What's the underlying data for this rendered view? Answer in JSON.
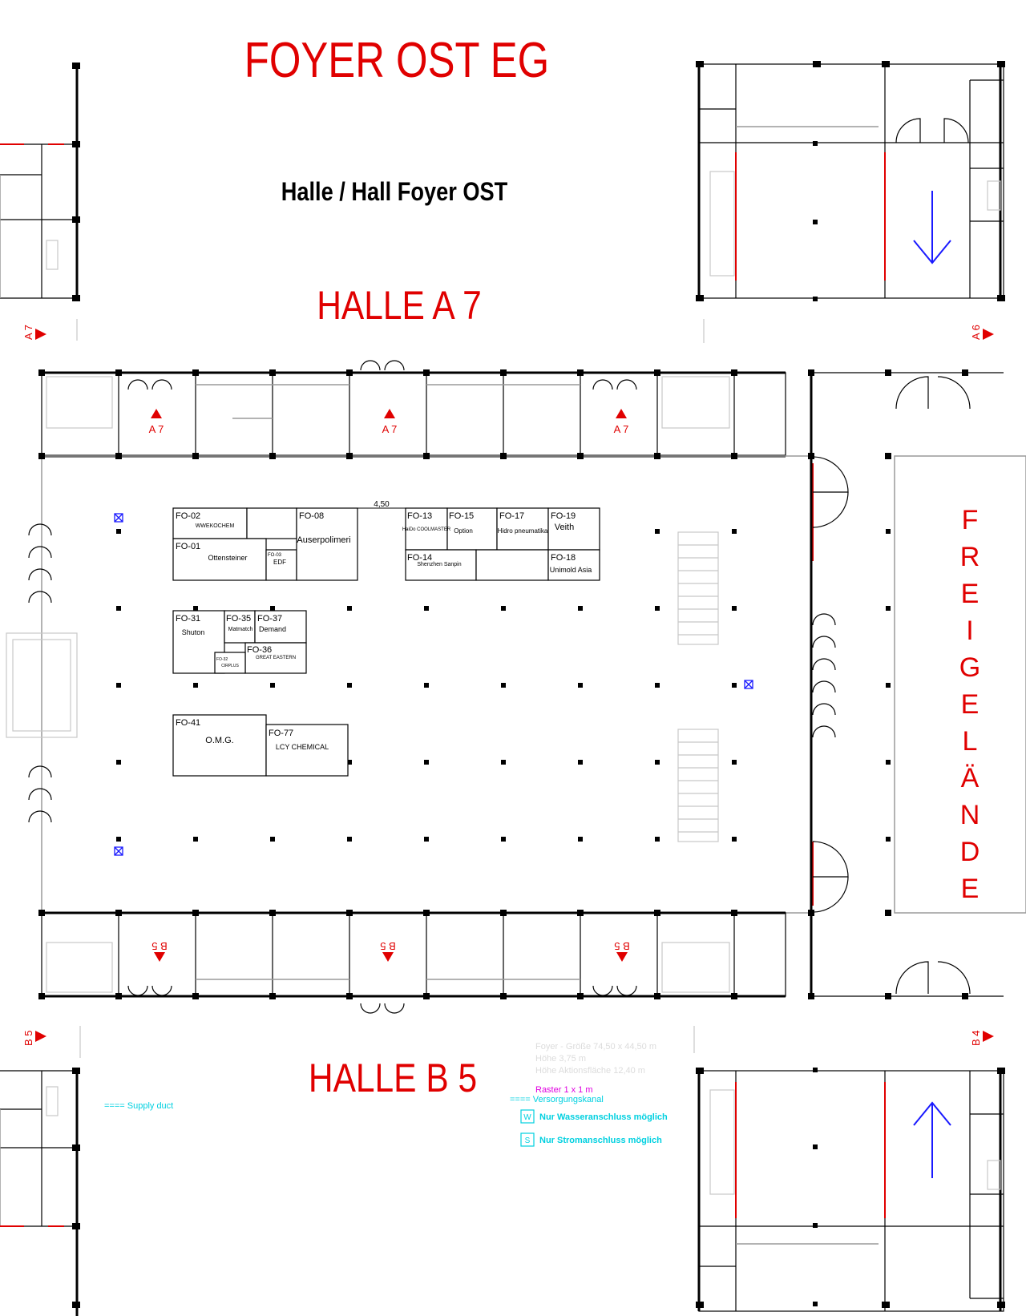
{
  "titles": {
    "main": "FOYER OST EG",
    "hall": "Halle / Hall Foyer OST",
    "halle_a7": "HALLE A 7",
    "halle_b5": "HALLE B 5",
    "freigelaende": [
      "F",
      "R",
      "E",
      "I",
      "G",
      "E",
      "L",
      "Ä",
      "N",
      "D",
      "E"
    ]
  },
  "markers": {
    "a7": "A 7",
    "a6": "A 6",
    "b5": "B 5",
    "b4": "B 4"
  },
  "dimension": "4,50",
  "booths": [
    {
      "id": "FO-02",
      "name": "WWEKOCHEM"
    },
    {
      "id": "FO-01",
      "name": "Ottensteiner"
    },
    {
      "id": "FO-03",
      "name": "EDF"
    },
    {
      "id": "FO-08",
      "name": "Auserpolimeri"
    },
    {
      "id": "FO-13",
      "name": "HaiDo COOLMASTER"
    },
    {
      "id": "FO-15",
      "name": "Option"
    },
    {
      "id": "FO-17",
      "name": "Hidro pneumatika"
    },
    {
      "id": "FO-19",
      "name": "Veith"
    },
    {
      "id": "FO-14",
      "name": "Shenzhen Sanpin"
    },
    {
      "id": "FO-18",
      "name": "Unimold Asia"
    },
    {
      "id": "FO-31",
      "name": "Shuton"
    },
    {
      "id": "FO-35",
      "name": "Matmatch"
    },
    {
      "id": "FO-37",
      "name": "Demand"
    },
    {
      "id": "FO-36",
      "name": "GREAT EASTERN"
    },
    {
      "id": "FO-32",
      "name": "CIRPLUS"
    },
    {
      "id": "FO-41",
      "name": "O.M.G."
    },
    {
      "id": "FO-77",
      "name": "LCY CHEMICAL"
    }
  ],
  "legend": {
    "foyer_size": "Foyer - Größe 74,50 x 44,50 m",
    "height": "Höhe 3,75 m",
    "action_height": "Höhe Aktionsfläche 12,40 m",
    "raster": "Raster 1 x 1 m",
    "supply_de": "==== Versorgungskanal",
    "supply_en": "==== Supply duct",
    "water_symbol": "W",
    "water": "Nur Wasseranschluss möglich",
    "power_symbol": "S",
    "power": "Nur Stromanschluss möglich"
  },
  "colors": {
    "red": "#e00000",
    "blue": "#1a1aff",
    "cyan": "#00d0e0",
    "magenta": "#e000e0"
  }
}
